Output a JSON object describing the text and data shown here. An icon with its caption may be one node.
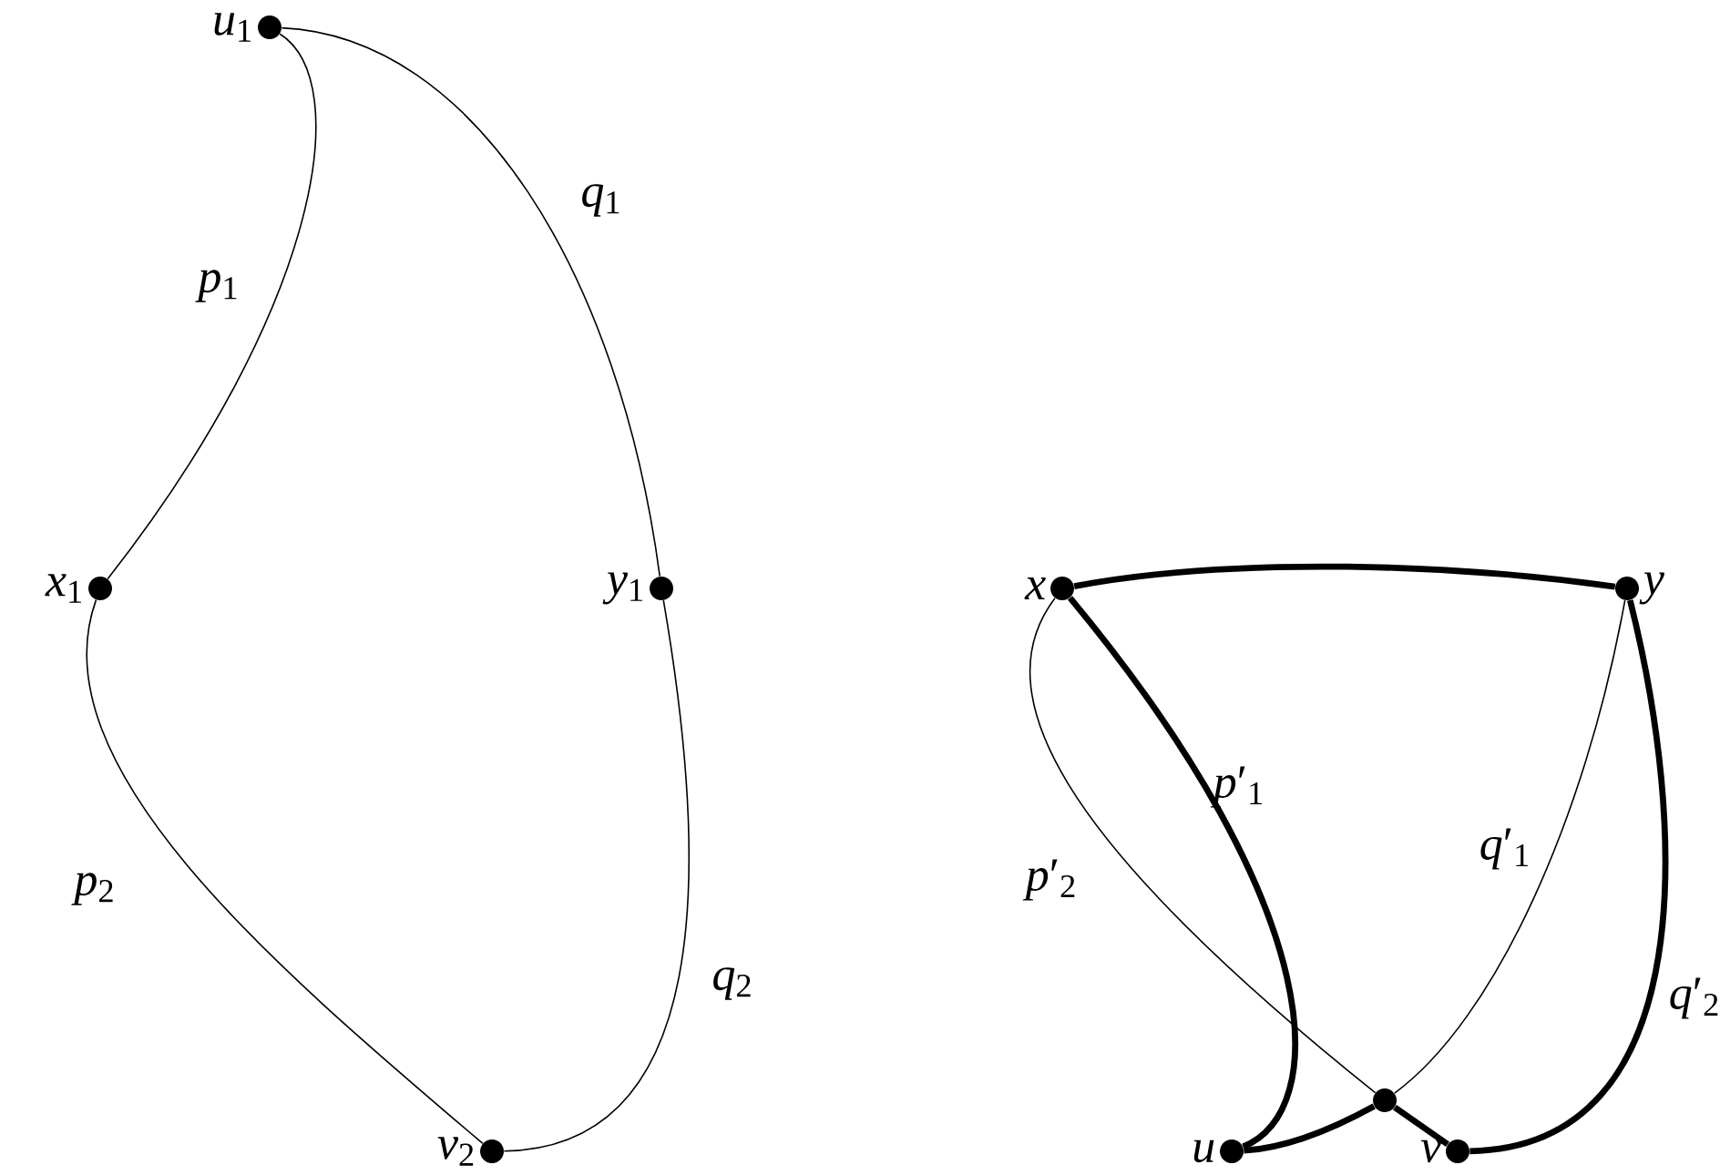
{
  "diagram": {
    "nodes": [
      {
        "text": [
          "*u*$_{1}$"
        ]
      },
      {
        "text": [
          "*x*$_{1}$"
        ]
      },
      {
        "text": [
          "*y*$_{1}$"
        ]
      },
      {
        "text": [
          "*v*$_{2}$"
        ]
      },
      {
        "text": [
          "*x*"
        ]
      },
      {
        "text": [
          "*y*"
        ]
      },
      {
        "text": [],
        "shape": "circle"
      },
      {
        "text": [
          "*u*"
        ]
      },
      {
        "text": [
          "*v*"
        ]
      }
    ],
    "edges": [
      {
        "from": 0,
        "to": 1,
        "arrow": "none",
        "label": "*p*$_{1}$"
      },
      {
        "from": 0,
        "to": 2,
        "arrow": "none",
        "label": "*q*$_{1}$"
      },
      {
        "from": 1,
        "to": 3,
        "arrow": "none",
        "label": "*p*$_{2}$"
      },
      {
        "from": 2,
        "to": 3,
        "arrow": "none",
        "label": "*q*$_{2}$"
      },
      {
        "from": 4,
        "to": 5,
        "arrow": "none",
        "style": "thick"
      },
      {
        "from": 4,
        "to": 7,
        "arrow": "none",
        "style": "thick",
        "label": "*p*′$_{1}$"
      },
      {
        "from": 4,
        "to": 6,
        "arrow": "none",
        "label": "*p*′$_{2}$"
      },
      {
        "from": 5,
        "to": 6,
        "arrow": "none",
        "label": "*q*′$_{1}$"
      },
      {
        "from": 7,
        "to": 6,
        "arrow": "none",
        "style": "thick"
      },
      {
        "from": 6,
        "to": 8,
        "arrow": "none",
        "style": "thick"
      },
      {
        "from": 5,
        "to": 8,
        "arrow": "none",
        "style": "thick",
        "label": "*q*′$_{2}$"
      }
    ]
  }
}
